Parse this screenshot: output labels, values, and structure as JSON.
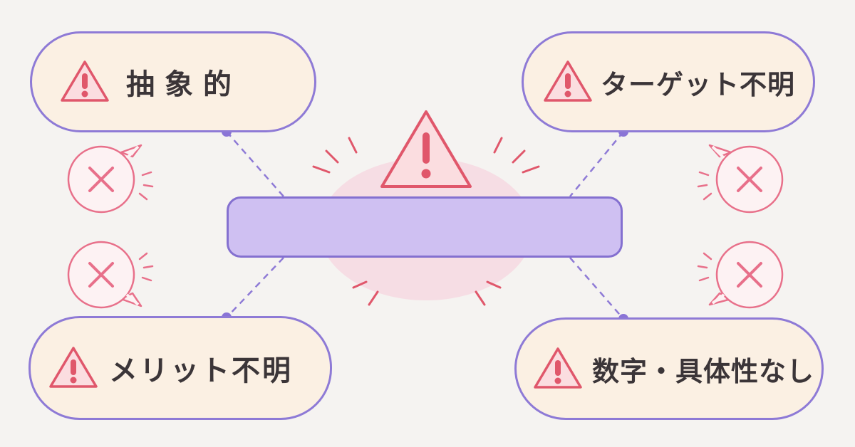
{
  "diagram": {
    "center": {
      "label": "",
      "icon": "warning-triangle-icon"
    },
    "items": [
      {
        "id": "top-left",
        "label": "抽象的",
        "icon": "warning-triangle-icon"
      },
      {
        "id": "top-right",
        "label": "ターゲット不明",
        "icon": "warning-triangle-icon"
      },
      {
        "id": "bottom-left",
        "label": "メリット不明",
        "icon": "warning-triangle-icon"
      },
      {
        "id": "bottom-right",
        "label": "数字・具体性なし",
        "icon": "warning-triangle-icon"
      }
    ],
    "callouts": [
      {
        "icon": "cross-mark-icon"
      },
      {
        "icon": "cross-mark-icon"
      },
      {
        "icon": "cross-mark-icon"
      },
      {
        "icon": "cross-mark-icon"
      }
    ]
  },
  "colors": {
    "background": "#f5f3f1",
    "pill_fill": "#fbf0e3",
    "outline_purple": "#8e7ad6",
    "center_fill": "#cfc0f2",
    "warning_red": "#e0576b",
    "warning_fill": "#fbdde0",
    "glow_pink": "#f6dde4"
  }
}
